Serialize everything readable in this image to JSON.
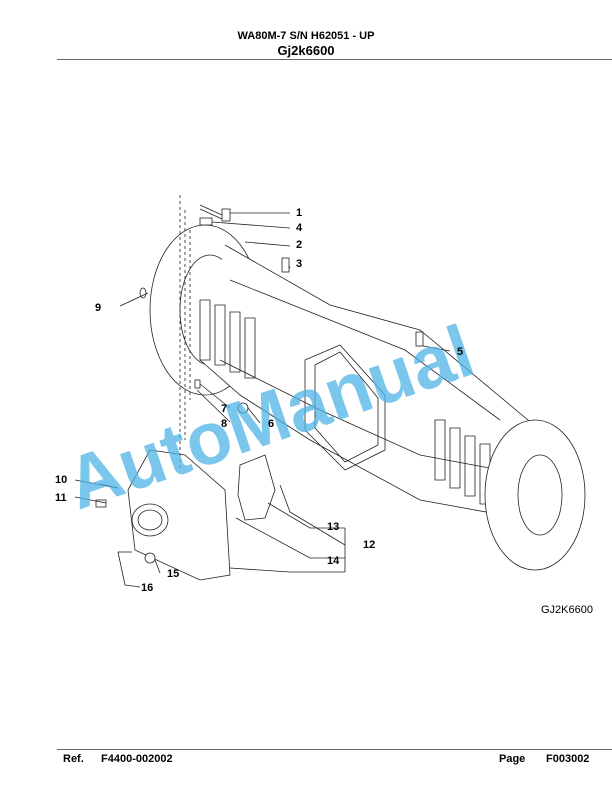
{
  "header": {
    "model_line": "WA80M-7 S/N H62051 - UP",
    "group_code": "Gj2k6600"
  },
  "figure_code": "GJ2K6600",
  "watermark": "AutoManual",
  "callouts": [
    "1",
    "2",
    "3",
    "4",
    "5",
    "6",
    "7",
    "8",
    "9",
    "10",
    "11",
    "12",
    "13",
    "14",
    "15",
    "16"
  ],
  "footer": {
    "ref_label": "Ref.",
    "ref_value": "F4400-002002",
    "page_label": "Page",
    "page_value": "F003002"
  },
  "colors": {
    "watermark": "#4fb3e6",
    "line": "#222222"
  }
}
